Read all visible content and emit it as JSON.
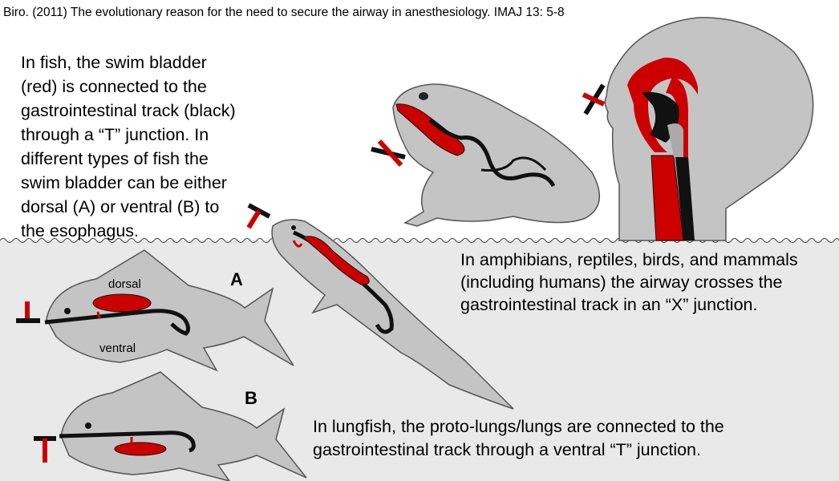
{
  "citation": {
    "author": "Biro",
    "rest": ". (2011) The evolutionary reason for the need to secure the airway in anesthesiology. IMAJ 13: 5-8"
  },
  "fish_text": [
    "In fish, the swim bladder",
    "(red) is connected to the",
    "gastrointestinal track (black)",
    "through a “T” junction.  In",
    "different types of fish the",
    "swim bladder can be either",
    "dorsal (A) or ventral (B) to",
    "the esophagus."
  ],
  "amphibian_text": [
    "In amphibians, reptiles, birds, and mammals",
    "(including humans) the airway crosses the",
    "gastrointestinal track in an “X” junction."
  ],
  "lungfish_text": [
    "In lungfish, the proto-lungs/lungs are connected to the",
    "gastrointestinal track through a ventral “T” junction."
  ],
  "labels": {
    "dorsal": "dorsal",
    "ventral": "ventral",
    "fish_a": "A",
    "fish_b": "B"
  },
  "colors": {
    "body": "#c4c4c4",
    "bladder": "#cc0000",
    "gut": "#111111",
    "water": "#e9e9e9"
  },
  "icons": [
    "t-junction-icon",
    "x-junction-icon"
  ]
}
